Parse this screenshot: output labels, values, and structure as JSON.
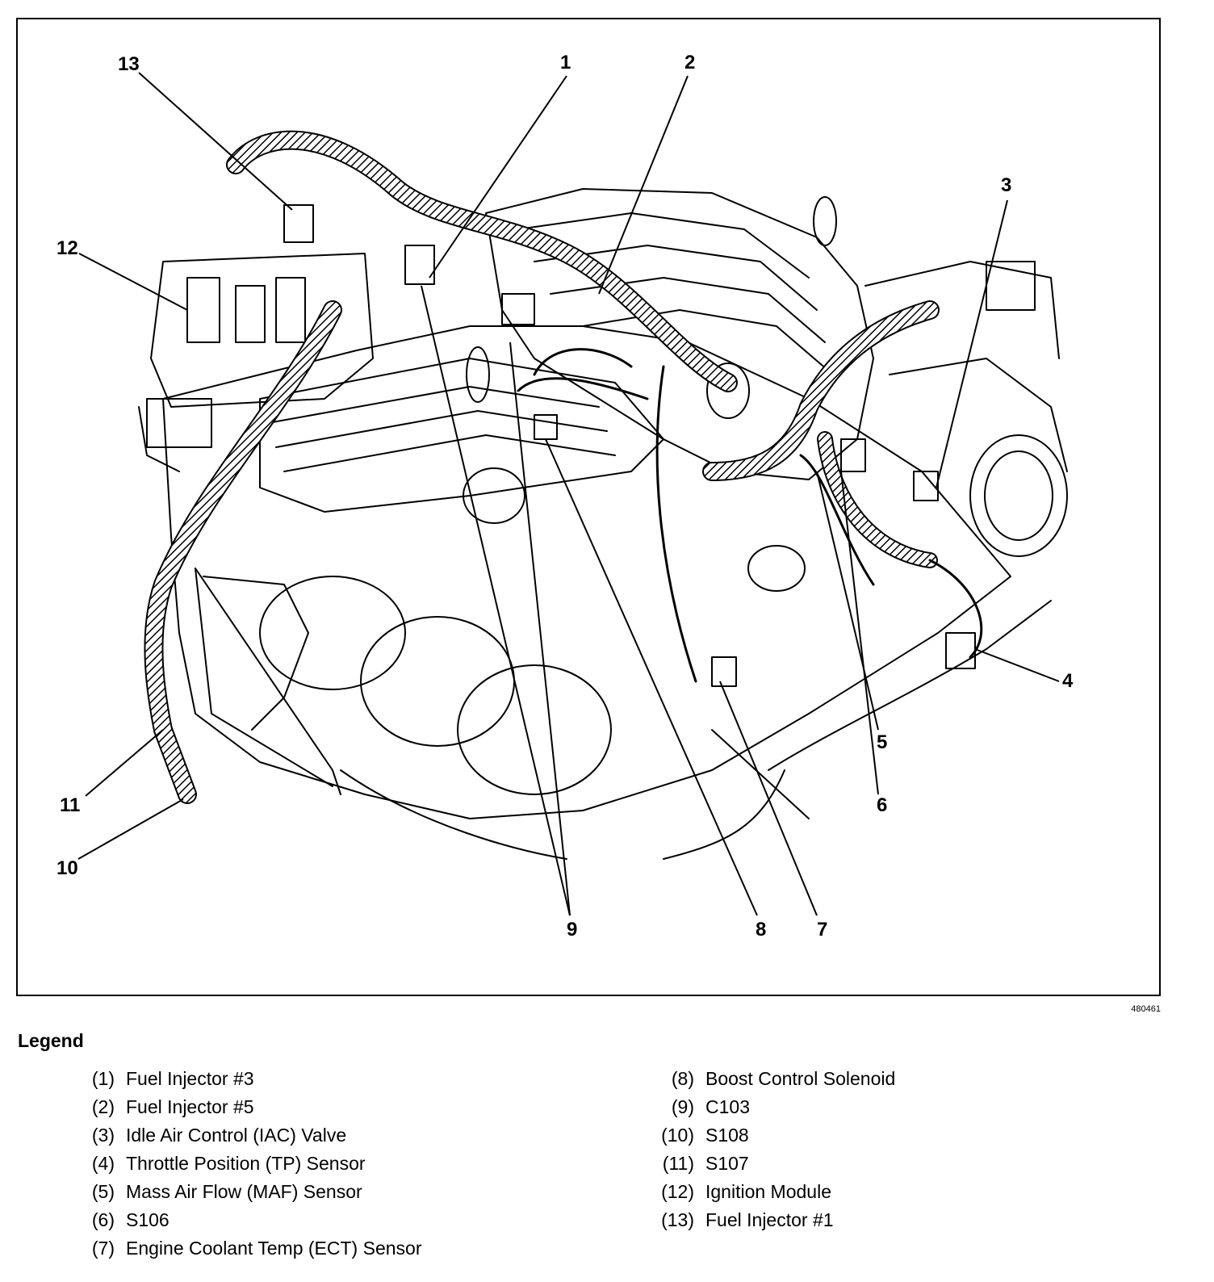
{
  "figure_id": "480461",
  "callouts": [
    "1",
    "2",
    "3",
    "4",
    "5",
    "6",
    "7",
    "8",
    "9",
    "10",
    "11",
    "12",
    "13"
  ],
  "legend": {
    "title": "Legend",
    "left": [
      {
        "num": "(1)",
        "text": "Fuel Injector #3"
      },
      {
        "num": "(2)",
        "text": "Fuel Injector #5"
      },
      {
        "num": "(3)",
        "text": "Idle Air Control (IAC) Valve"
      },
      {
        "num": "(4)",
        "text": "Throttle Position (TP) Sensor"
      },
      {
        "num": "(5)",
        "text": "Mass Air Flow (MAF) Sensor"
      },
      {
        "num": "(6)",
        "text": "S106"
      },
      {
        "num": "(7)",
        "text": "Engine Coolant Temp (ECT) Sensor"
      }
    ],
    "right": [
      {
        "num": "(8)",
        "text": "Boost Control Solenoid"
      },
      {
        "num": "(9)",
        "text": "C103"
      },
      {
        "num": "(10)",
        "text": "S108"
      },
      {
        "num": "(11)",
        "text": "S107"
      },
      {
        "num": "(12)",
        "text": "Ignition Module"
      },
      {
        "num": "(13)",
        "text": "Fuel Injector #1"
      }
    ]
  }
}
